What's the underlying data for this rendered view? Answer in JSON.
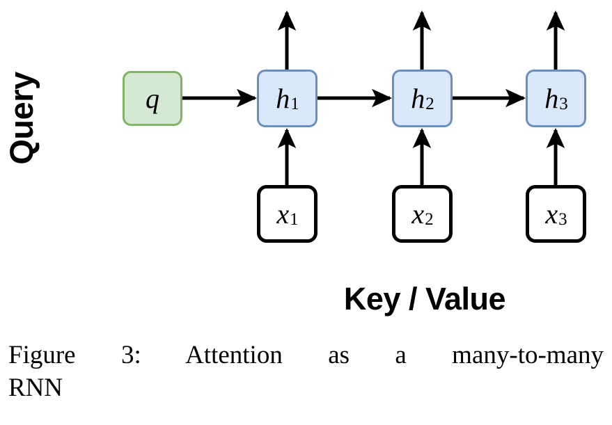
{
  "figure": {
    "axis_labels": {
      "vertical": "Query",
      "horizontal": "Key / Value"
    },
    "colors": {
      "query_fill": "#d5e8d4",
      "query_stroke": "#82b366",
      "hidden_fill": "#dae8fc",
      "hidden_stroke": "#6c8ebf",
      "input_fill": "#ffffff",
      "input_stroke": "#000000",
      "arrow": "#000000",
      "text": "#000000",
      "background": "#ffffff"
    },
    "nodes": {
      "query": {
        "symbol": "q",
        "subscript": ""
      },
      "hidden": [
        {
          "symbol": "h",
          "subscript": "1"
        },
        {
          "symbol": "h",
          "subscript": "2"
        },
        {
          "symbol": "h",
          "subscript": "3"
        }
      ],
      "inputs": [
        {
          "symbol": "x",
          "subscript": "1"
        },
        {
          "symbol": "x",
          "subscript": "2"
        },
        {
          "symbol": "x",
          "subscript": "3"
        }
      ]
    },
    "edges": [
      {
        "from": "q",
        "to": "h1",
        "direction": "right"
      },
      {
        "from": "h1",
        "to": "h2",
        "direction": "right"
      },
      {
        "from": "h2",
        "to": "h3",
        "direction": "right"
      },
      {
        "from": "x1",
        "to": "h1",
        "direction": "up"
      },
      {
        "from": "x2",
        "to": "h2",
        "direction": "up"
      },
      {
        "from": "x3",
        "to": "h3",
        "direction": "up"
      },
      {
        "from": "h1",
        "to": "output1",
        "direction": "up"
      },
      {
        "from": "h2",
        "to": "output2",
        "direction": "up"
      },
      {
        "from": "h3",
        "to": "output3",
        "direction": "up"
      }
    ]
  },
  "caption": {
    "line1": "Figure 3:   Attention  as  a  many-to-many",
    "line2": "RNN",
    "full_text": "Figure 3: Attention as a many-to-many RNN",
    "label": "Figure 3:"
  }
}
